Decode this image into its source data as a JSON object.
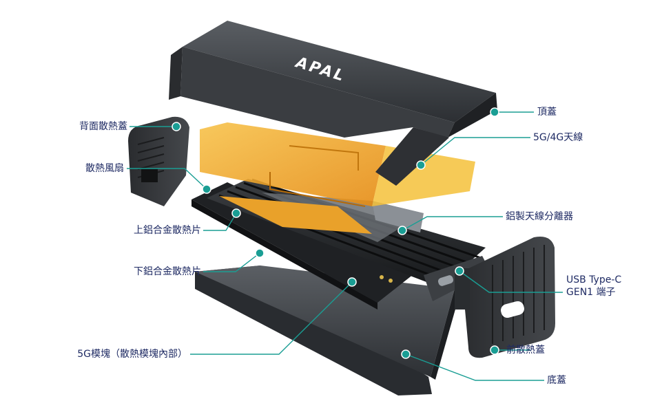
{
  "brand_logo": "APAL",
  "colors": {
    "accent": "#1a9e94",
    "label_text": "#1e2a63",
    "shell": "#3a3d41",
    "antenna": "#f0a21c"
  },
  "labels": {
    "back_cover": "背面散熱蓋",
    "fan": "散熱風扇",
    "upper_heatsink": "上鋁合金散熱片",
    "lower_heatsink": "下鋁合金散熱片",
    "module": "5G模塊（散熱模塊內部）",
    "top_cover": "頂蓋",
    "antenna": "5G/4G天線",
    "separator": "鋁製天線分離器",
    "usb_line1": "USB Type-C",
    "usb_line2": "GEN1 端子",
    "front_cover": "前散熱蓋",
    "bottom_cover": "底蓋"
  }
}
